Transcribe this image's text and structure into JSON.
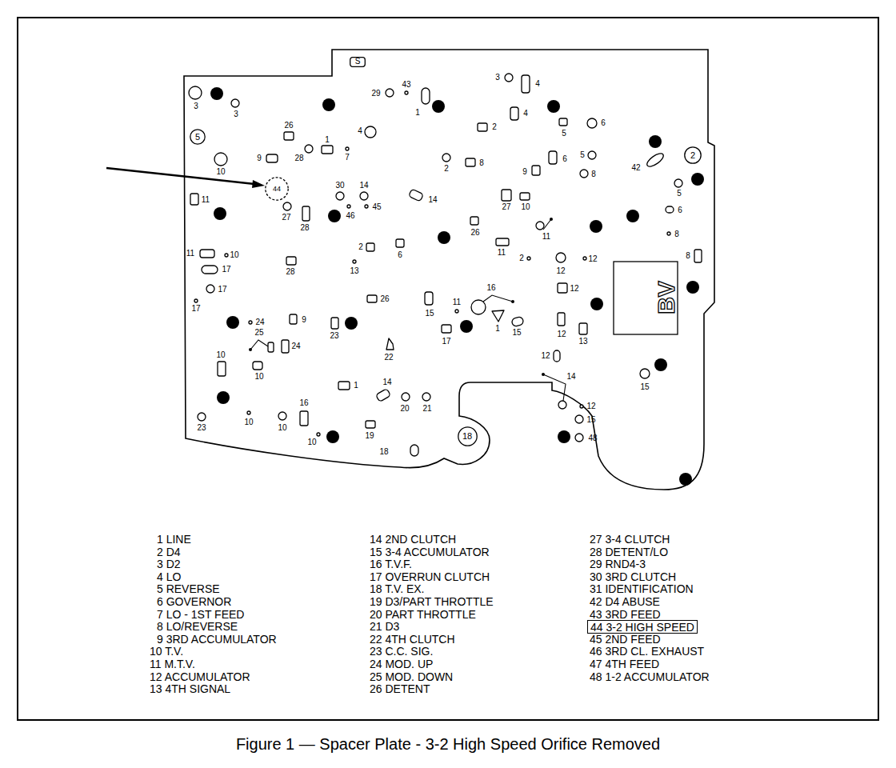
{
  "diagram": {
    "caption": "Figure 1 — Spacer Plate - 3-2 High Speed Orifice Removed",
    "nodes": [
      {
        "text": [
          "S"
        ]
      },
      {
        "text": [
          "5"
        ]
      },
      {
        "text": [
          "2"
        ]
      },
      {
        "text": [
          "44"
        ]
      },
      {
        "text": [
          "18"
        ]
      },
      {
        "text": [
          "44 3-2 HIGH SPEED"
        ]
      }
    ],
    "labels": [
      "3",
      "3",
      "26",
      "1",
      "28",
      "4",
      "7",
      "9",
      "10",
      "43",
      "29",
      "1",
      "3",
      "4",
      "4",
      "2",
      "5",
      "6",
      "5",
      "8",
      "6",
      "42",
      "5",
      "6",
      "8",
      "8",
      "2",
      "8",
      "9",
      "27",
      "28",
      "30",
      "14",
      "46",
      "45",
      "14",
      "27",
      "10",
      "26",
      "11",
      "11",
      "11",
      "10",
      "17",
      "17",
      "17",
      "28",
      "13",
      "2",
      "6",
      "11",
      "2",
      "12",
      "12",
      "12",
      "26",
      "15",
      "11",
      "16",
      "1",
      "15",
      "9",
      "24",
      "25",
      "24",
      "23",
      "17",
      "12",
      "13",
      "22",
      "12",
      "10",
      "10",
      "1",
      "14",
      "20",
      "21",
      "14",
      "12",
      "15",
      "48",
      "15",
      "16",
      "23",
      "10",
      "10",
      "10",
      "19",
      "18",
      "BV",
      "1 LINE",
      "2 D4",
      "3 D2",
      "4 LO",
      "5 REVERSE",
      "6 GOVERNOR",
      "7 LO - 1ST FEED",
      "8 LO/REVERSE",
      "9 3RD ACCUMULATOR",
      "10 T.V.",
      "11 M.T.V.",
      "12 ACCUMULATOR",
      "13 4TH SIGNAL",
      "14 2ND CLUTCH",
      "15 3-4 ACCUMULATOR",
      "16 T.V.F.",
      "17 OVERRUN CLUTCH",
      "18 T.V. EX.",
      "19 D3/PART THROTTLE",
      "20 PART THROTTLE",
      "21 D3",
      "22 4TH CLUTCH",
      "23 C.C. SIG.",
      "24 MOD. UP",
      "25 MOD. DOWN",
      "26 DETENT",
      "27 3-4 CLUTCH",
      "28 DETENT/LO",
      "29 RND4-3",
      "30 3RD CLUTCH",
      "31 IDENTIFICATION",
      "42 D4 ABUSE",
      "43 3RD FEED",
      "45 2ND FEED",
      "46 3RD CL. EXHAUST",
      "47 4TH FEED",
      "48 1-2 ACCUMULATOR"
    ]
  }
}
